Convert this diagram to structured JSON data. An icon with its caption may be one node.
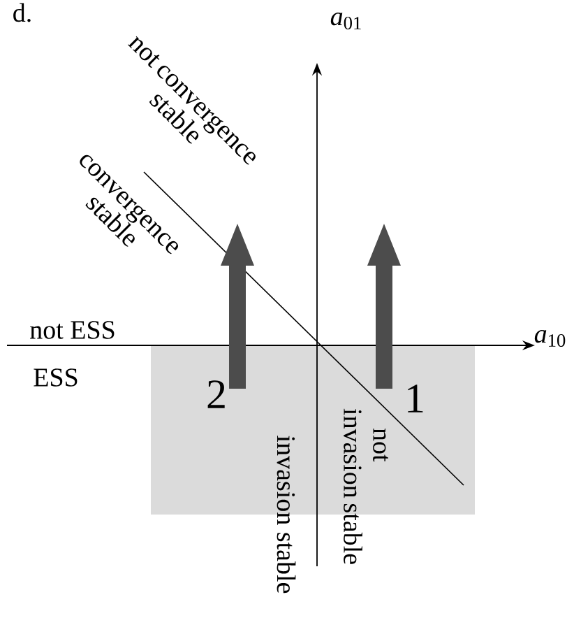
{
  "diagram": {
    "labels": [
      "d.",
      "not convergence stable",
      "*a*$_{01}$",
      "convergence stable",
      "not ESS",
      "*a*$_{10}$",
      "ESS",
      "2",
      "1",
      "invasion stable",
      "not invasion stable"
    ]
  }
}
